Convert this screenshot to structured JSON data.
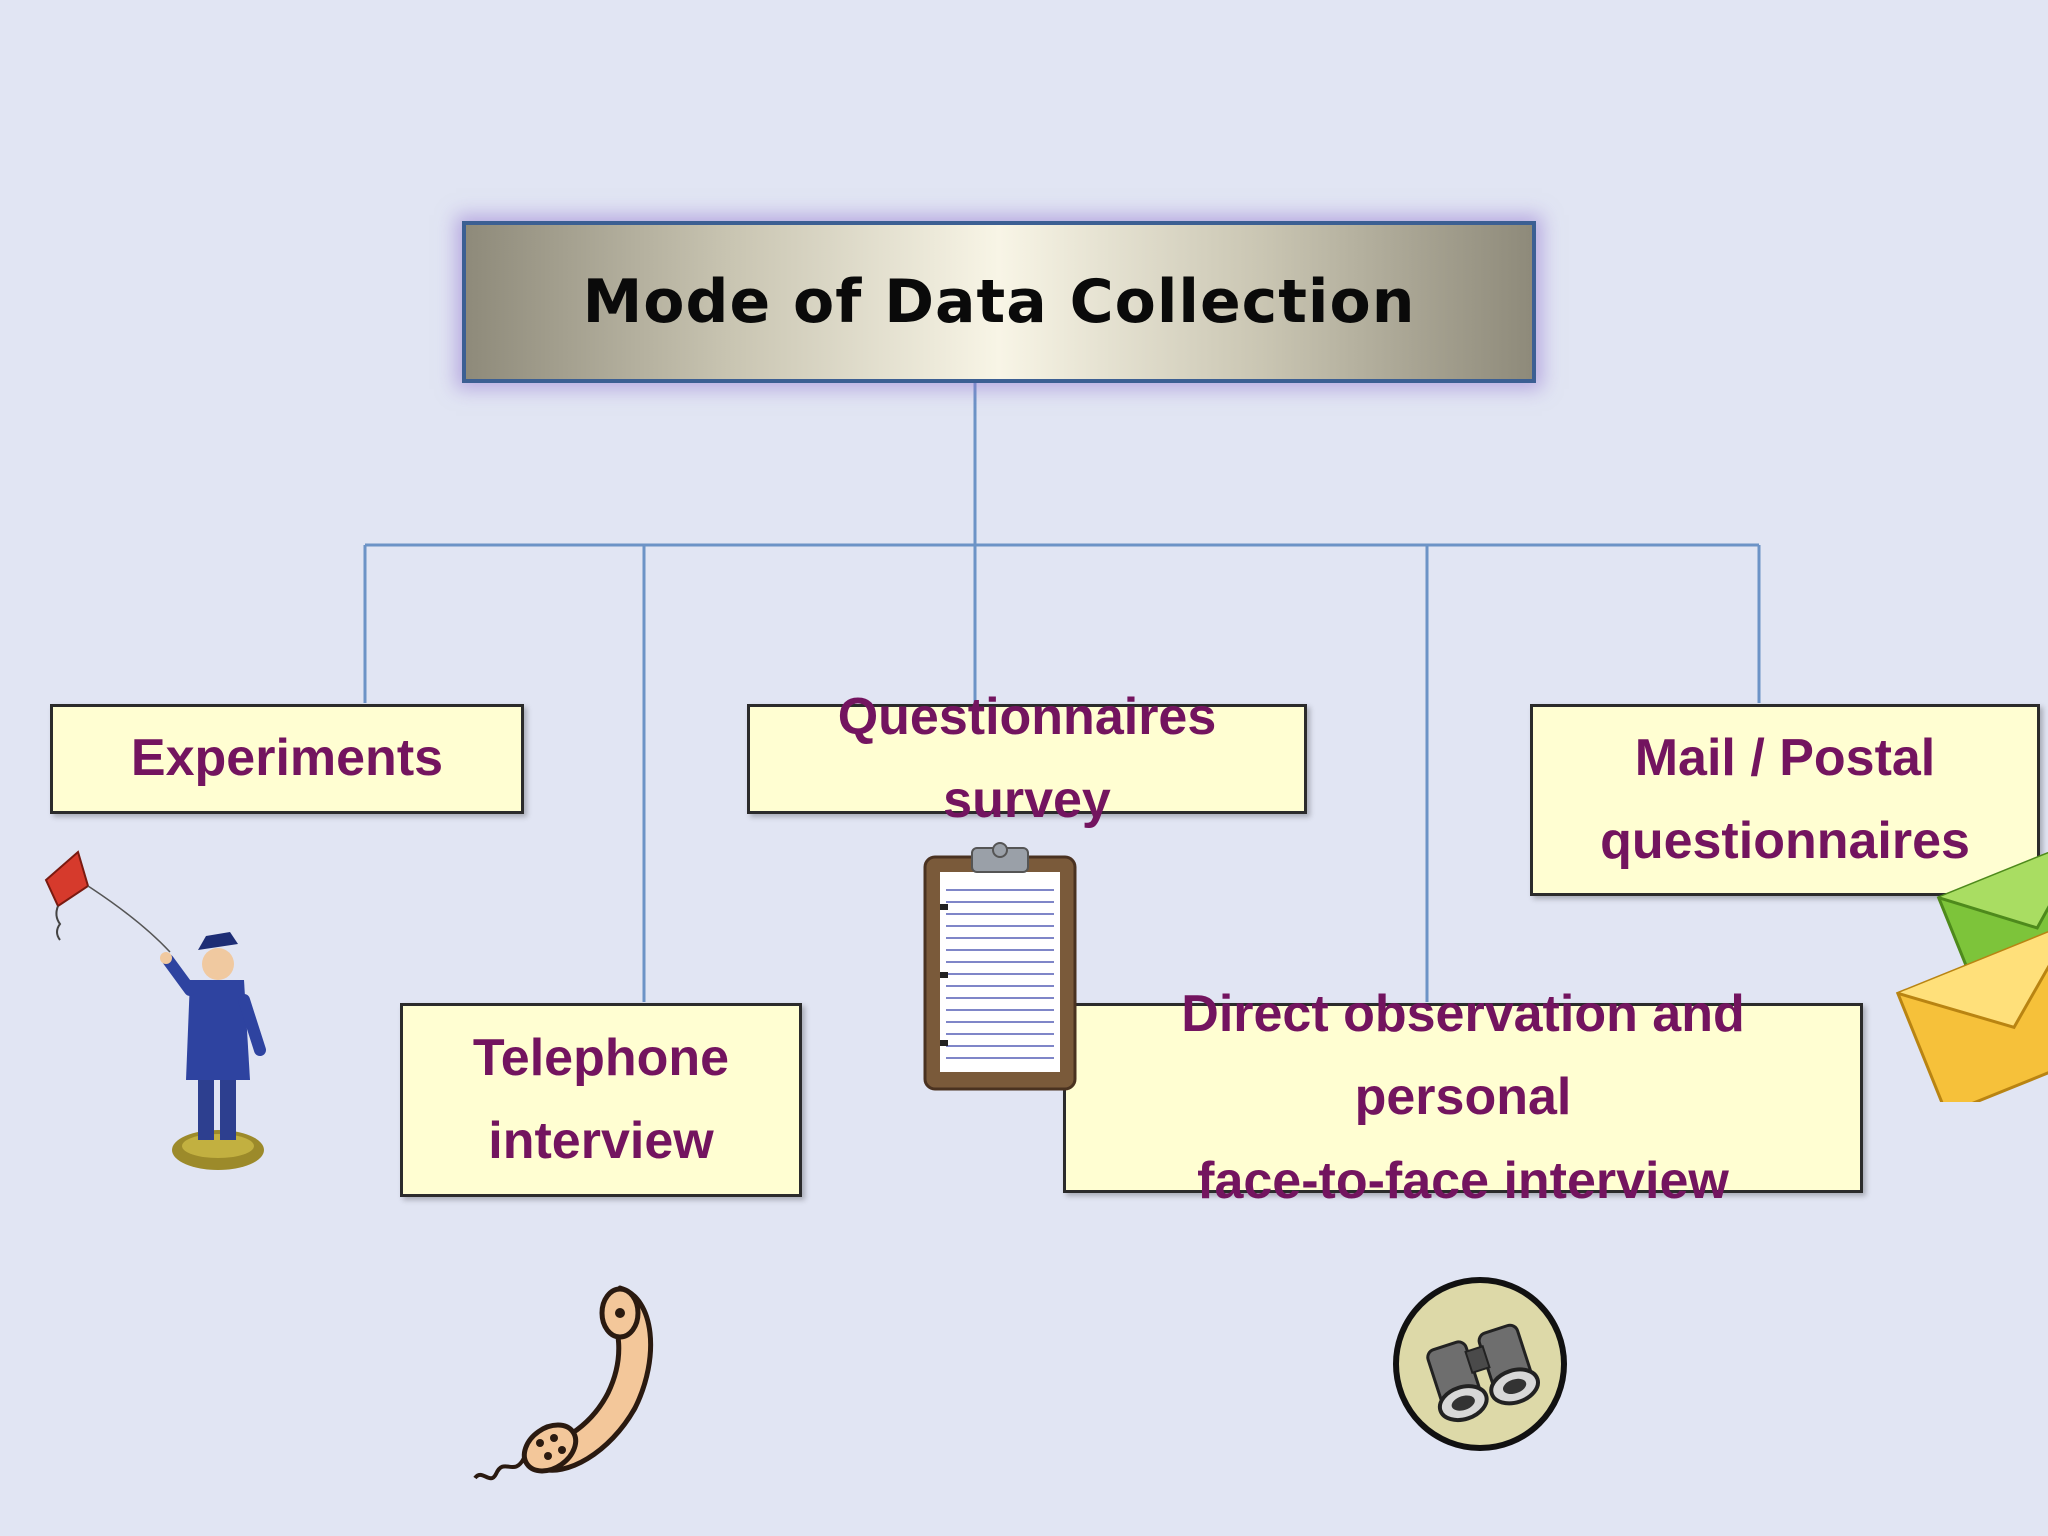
{
  "title": "Mode of Data Collection",
  "nodes": {
    "experiments": "Experiments",
    "questionnaires": "Questionnaires survey",
    "mail_line1": "Mail / Postal",
    "mail_line2": "questionnaires",
    "telephone_line1": "Telephone",
    "telephone_line2": "interview",
    "direct_line1": "Direct observation and personal",
    "direct_line2": "face-to-face  interview"
  },
  "colors": {
    "background": "#e1e5f3",
    "node_fill": "#fffed2",
    "node_text": "#73145f",
    "connector": "#6c93c6",
    "title_border": "#3c5f93"
  },
  "icons": [
    "kite-flyer-icon",
    "telephone-icon",
    "clipboard-icon",
    "binoculars-icon",
    "envelope-icon"
  ]
}
